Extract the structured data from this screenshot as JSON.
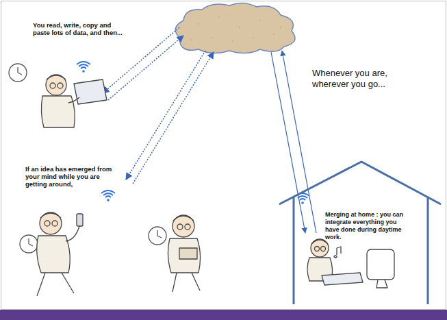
{
  "diagram": {
    "nodes": [
      {
        "text": [
          "Merging at home : you can integrate everything you have done during daytime work."
        ]
      }
    ],
    "labels": [
      "You read, write, copy and paste lots of data, and then...",
      "If an idea has emerged from your mind while you are getting around,",
      "Whenever you are, wherever you go..."
    ]
  }
}
